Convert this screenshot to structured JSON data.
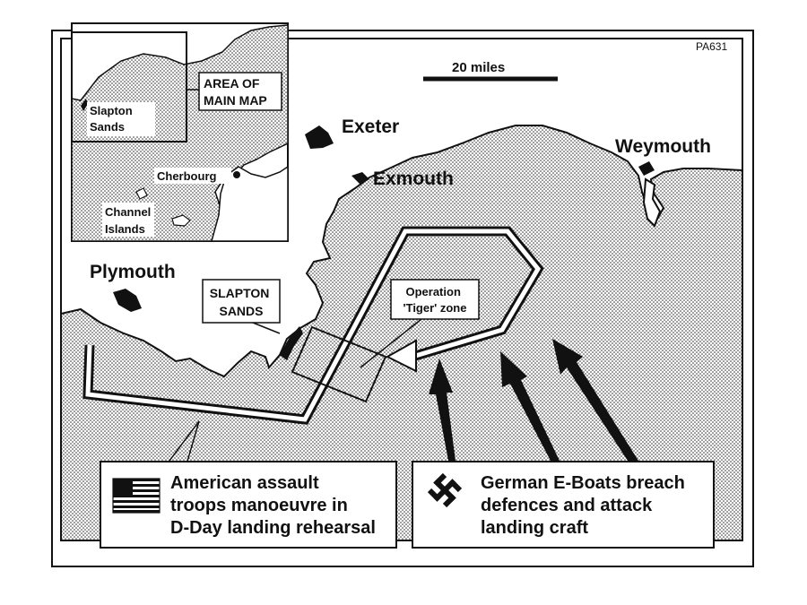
{
  "map": {
    "reference_code": "PA631",
    "scale_label": "20 miles",
    "places": {
      "exeter": "Exeter",
      "exmouth": "Exmouth",
      "weymouth": "Weymouth",
      "plymouth": "Plymouth"
    },
    "slapton_label": [
      "SLAPTON",
      "SANDS"
    ],
    "tiger_zone_label": [
      "Operation",
      "'Tiger' zone"
    ]
  },
  "inset": {
    "area_label": [
      "AREA OF",
      "MAIN MAP"
    ],
    "slapton_label": [
      "Slapton",
      "Sands"
    ],
    "cherbourg": "Cherbourg",
    "channel_islands_label": [
      "Channel",
      "Islands"
    ]
  },
  "legend": {
    "american": {
      "lines": [
        "American assault",
        "troops manoeuvre in",
        "D-Day landing rehearsal"
      ],
      "icon": "us-flag-icon"
    },
    "german": {
      "lines": [
        "German E-Boats breach",
        "defences and attack",
        "landing craft"
      ],
      "icon": "swastika-icon"
    }
  },
  "colors": {
    "ink": "#111111",
    "paper": "#ffffff",
    "sea_dot": "#222222"
  }
}
